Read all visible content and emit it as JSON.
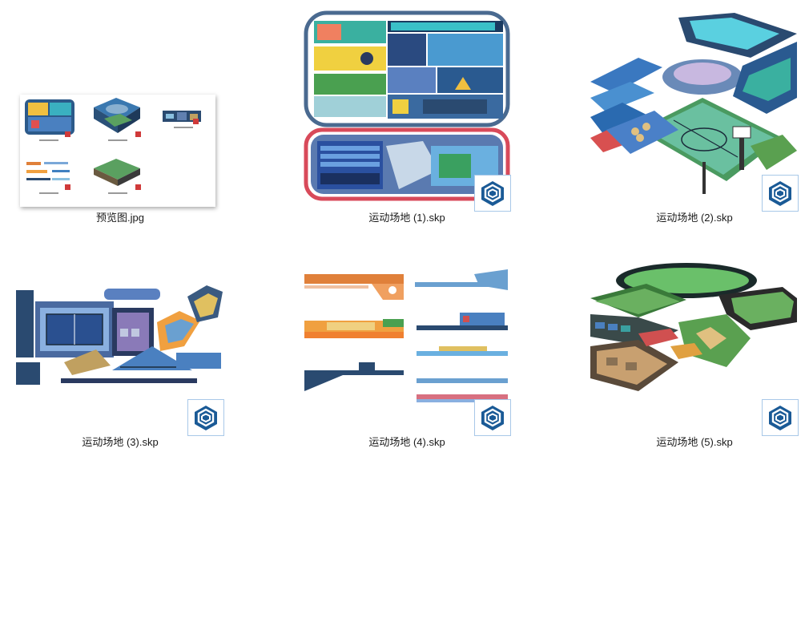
{
  "files": [
    {
      "name": "预览图.jpg",
      "type": "jpg"
    },
    {
      "name": "运动场地 (1).skp",
      "type": "skp"
    },
    {
      "name": "运动场地 (2).skp",
      "type": "skp"
    },
    {
      "name": "运动场地 (3).skp",
      "type": "skp"
    },
    {
      "name": "运动场地 (4).skp",
      "type": "skp"
    },
    {
      "name": "运动场地 (5).skp",
      "type": "skp"
    }
  ],
  "colors": {
    "sketchup_blue": "#1a5a96",
    "badge_border": "#a8c8e8",
    "text": "#1a1a1a",
    "background": "#ffffff"
  },
  "icons": {
    "sketchup": "sketchup-icon"
  }
}
